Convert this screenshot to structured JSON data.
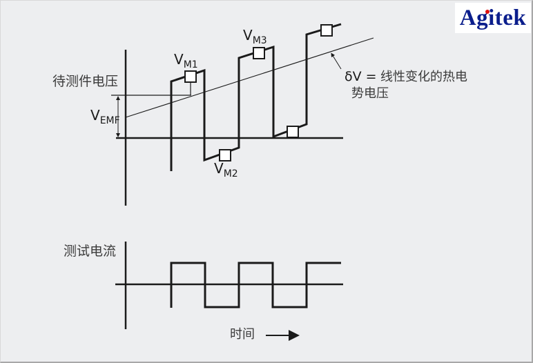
{
  "brand": {
    "logo_text": "Agitek",
    "logo_color": "#0b1e8c",
    "logo_dot_color": "#e01010"
  },
  "voltage_panel": {
    "y_label": "待测件电压",
    "vemf_label_main": "V",
    "vemf_label_sub": "EMF",
    "markers": [
      {
        "id": "VM1",
        "main": "V",
        "sub": "M1"
      },
      {
        "id": "VM2",
        "main": "V",
        "sub": "M2"
      },
      {
        "id": "VM3",
        "main": "V",
        "sub": "M3"
      }
    ],
    "annotation_line1_symbol": "δV =",
    "annotation_line1_text": "线性变化的热电",
    "annotation_line2_text": "势电压"
  },
  "current_panel": {
    "y_label": "测试电流",
    "x_label": "时间",
    "x_arrow": "right-arrow"
  },
  "colors": {
    "background": "#edeef0",
    "stroke": "#1a1a1a",
    "label_text": "#3a3a3a"
  }
}
